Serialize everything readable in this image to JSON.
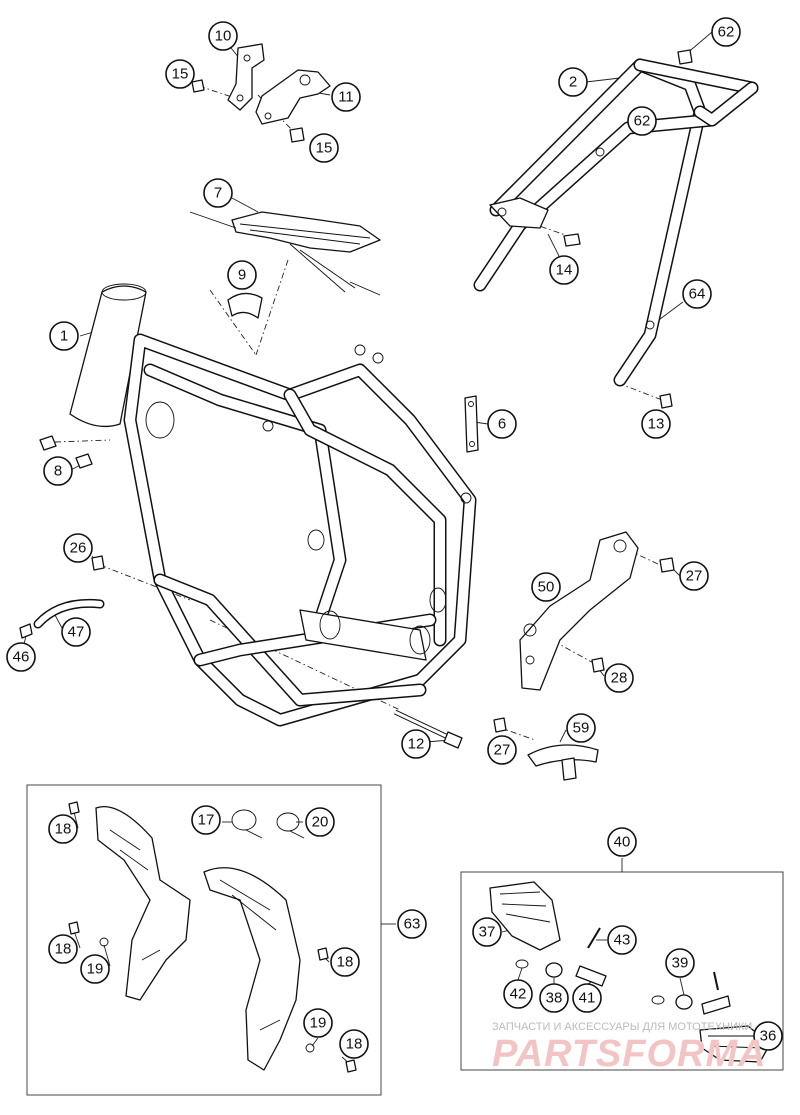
{
  "diagram": {
    "callouts": [
      {
        "id": "c10",
        "label": "10"
      },
      {
        "id": "c15a",
        "label": "15"
      },
      {
        "id": "c11",
        "label": "11"
      },
      {
        "id": "c15b",
        "label": "15"
      },
      {
        "id": "c62a",
        "label": "62"
      },
      {
        "id": "c2",
        "label": "2"
      },
      {
        "id": "c62b",
        "label": "62"
      },
      {
        "id": "c7",
        "label": "7"
      },
      {
        "id": "c14",
        "label": "14"
      },
      {
        "id": "c9",
        "label": "9"
      },
      {
        "id": "c64",
        "label": "64"
      },
      {
        "id": "c1",
        "label": "1"
      },
      {
        "id": "c6",
        "label": "6"
      },
      {
        "id": "c13",
        "label": "13"
      },
      {
        "id": "c8",
        "label": "8"
      },
      {
        "id": "c26",
        "label": "26"
      },
      {
        "id": "c27a",
        "label": "27"
      },
      {
        "id": "c50",
        "label": "50"
      },
      {
        "id": "c47",
        "label": "47"
      },
      {
        "id": "c46",
        "label": "46"
      },
      {
        "id": "c28",
        "label": "28"
      },
      {
        "id": "c12",
        "label": "12"
      },
      {
        "id": "c27b",
        "label": "27"
      },
      {
        "id": "c59",
        "label": "59"
      },
      {
        "id": "c18a",
        "label": "18"
      },
      {
        "id": "c17",
        "label": "17"
      },
      {
        "id": "c20",
        "label": "20"
      },
      {
        "id": "c40",
        "label": "40"
      },
      {
        "id": "c63",
        "label": "63"
      },
      {
        "id": "c37",
        "label": "37"
      },
      {
        "id": "c43",
        "label": "43"
      },
      {
        "id": "c18b",
        "label": "18"
      },
      {
        "id": "c19a",
        "label": "19"
      },
      {
        "id": "c18c",
        "label": "18"
      },
      {
        "id": "c39",
        "label": "39"
      },
      {
        "id": "c42",
        "label": "42"
      },
      {
        "id": "c38",
        "label": "38"
      },
      {
        "id": "c41",
        "label": "41"
      },
      {
        "id": "c19b",
        "label": "19"
      },
      {
        "id": "c18d",
        "label": "18"
      },
      {
        "id": "c36",
        "label": "36"
      }
    ]
  },
  "watermark": {
    "line1": "ЗАПЧАСТИ И АКСЕССУАРЫ ДЛЯ МОТОТЕХНИКИ",
    "line2": "PARTSFORMA",
    "color": "#f3c4c4"
  }
}
